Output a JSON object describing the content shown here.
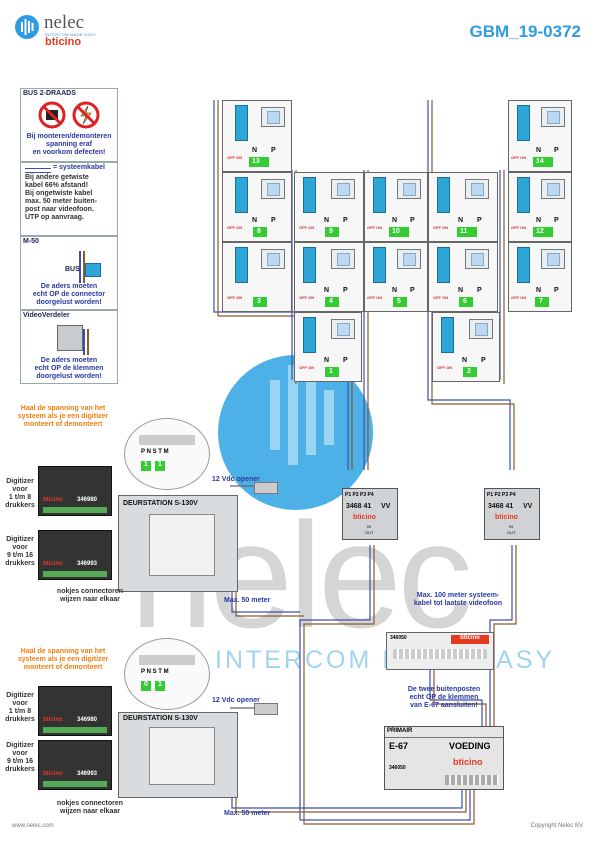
{
  "header": {
    "brand": "nelec",
    "brand_tagline": "INTERCOM MADE EASY",
    "partner": "bticino",
    "doc_id": "GBM_19-0372"
  },
  "watermark": {
    "word": "nelec",
    "tagline": "INTERCOM MADE EASY"
  },
  "left_panels": {
    "bus": {
      "title": "BUS 2-DRAADS",
      "warning_lines": [
        "Bij monteren/demonteren",
        "spanning eraf",
        "en voorkom defecten!"
      ]
    },
    "cable": {
      "legend": "= systeemkabel",
      "lines": [
        "Bij andere getwiste",
        "kabel 66% afstand!",
        "Bij ongetwiste kabel",
        "max. 50 meter buiten-",
        "post naar videofoon.",
        "UTP op aanvraag."
      ]
    },
    "m50": {
      "title": "M-50",
      "bus_label": "BUS",
      "lines": [
        "De aders moeten",
        "echt OP de connector",
        "doorgelust worden!"
      ]
    },
    "videoverdeler": {
      "title": "VideoVerdeler",
      "lines": [
        "De aders moeten",
        "echt OP de klemmen",
        "doorgelust worden!"
      ]
    }
  },
  "monitors": {
    "switch_label": "OFF ON",
    "n_label": "N",
    "p_label": "P",
    "numbers": [
      "13",
      "14",
      "8",
      "9",
      "10",
      "11",
      "12",
      "3",
      "4",
      "5",
      "6",
      "7",
      "1",
      "2"
    ]
  },
  "distributors": {
    "model": "3468 41",
    "vv": "VV",
    "ports": [
      "P1",
      "P2",
      "P3",
      "P4"
    ],
    "in_label": "IN",
    "out_label": "OUT"
  },
  "stations": [
    {
      "spanning_note": [
        "Haal de spanning van het",
        "systeem als je een digitizer",
        "monteert of demonteert"
      ],
      "dip_labels": [
        "P",
        "N",
        "S",
        "T",
        "M"
      ],
      "dip_values": [
        "1",
        "1"
      ],
      "opener": "12 Vdc opener",
      "name": "DEURSTATION S-130V",
      "digitizer1": [
        "Digitizer",
        "voor",
        "1 t/m 8",
        "drukkers"
      ],
      "digitizer2": [
        "Digitizer",
        "voor",
        "9 t/m 16",
        "drukkers"
      ],
      "code1": "346980",
      "code2": "346993",
      "nokjes": [
        "nokjes connectoren",
        "wijzen naar elkaar"
      ],
      "max_cable": "Max. 50 meter"
    },
    {
      "spanning_note": [
        "Haal de spanning van het",
        "systeem als je een digitizer",
        "monteert of demonteert"
      ],
      "dip_labels": [
        "P",
        "N",
        "S",
        "T",
        "M"
      ],
      "dip_values": [
        "0",
        "1"
      ],
      "opener": "12 Vdc opener",
      "name": "DEURSTATION S-130V",
      "digitizer1": [
        "Digitizer",
        "voor",
        "1 t/m 8",
        "drukkers"
      ],
      "digitizer2": [
        "Digitizer",
        "voor",
        "9 t/m 16",
        "drukkers"
      ],
      "code1": "346980",
      "code2": "346993",
      "nokjes": [
        "nokjes connectoren",
        "wijzen naar elkaar"
      ],
      "max_cable": "Max. 50 meter"
    }
  ],
  "right_notes": {
    "max_system": [
      "Max. 100 meter systeem-",
      "kabel tot laatste videofoon"
    ],
    "module_code": "346050",
    "buitenposten": [
      "De twee buitenposten",
      "echt OP de klemmen",
      "van E-67 aansluiten!"
    ]
  },
  "power": {
    "primair": "PRIMAIR",
    "model": "E-67",
    "title": "VOEDING",
    "code": "346050",
    "brand": "bticino"
  },
  "footer": {
    "website": "www.nelec.com",
    "copyright": "Copyright Nelec BV"
  },
  "colors": {
    "accent_blue": "#2f9be0",
    "cable_blue": "#3a4fb0",
    "cable_brown": "#8a5a2a",
    "warning_orange": "#f07f10",
    "bticino_red": "#e53a22"
  }
}
